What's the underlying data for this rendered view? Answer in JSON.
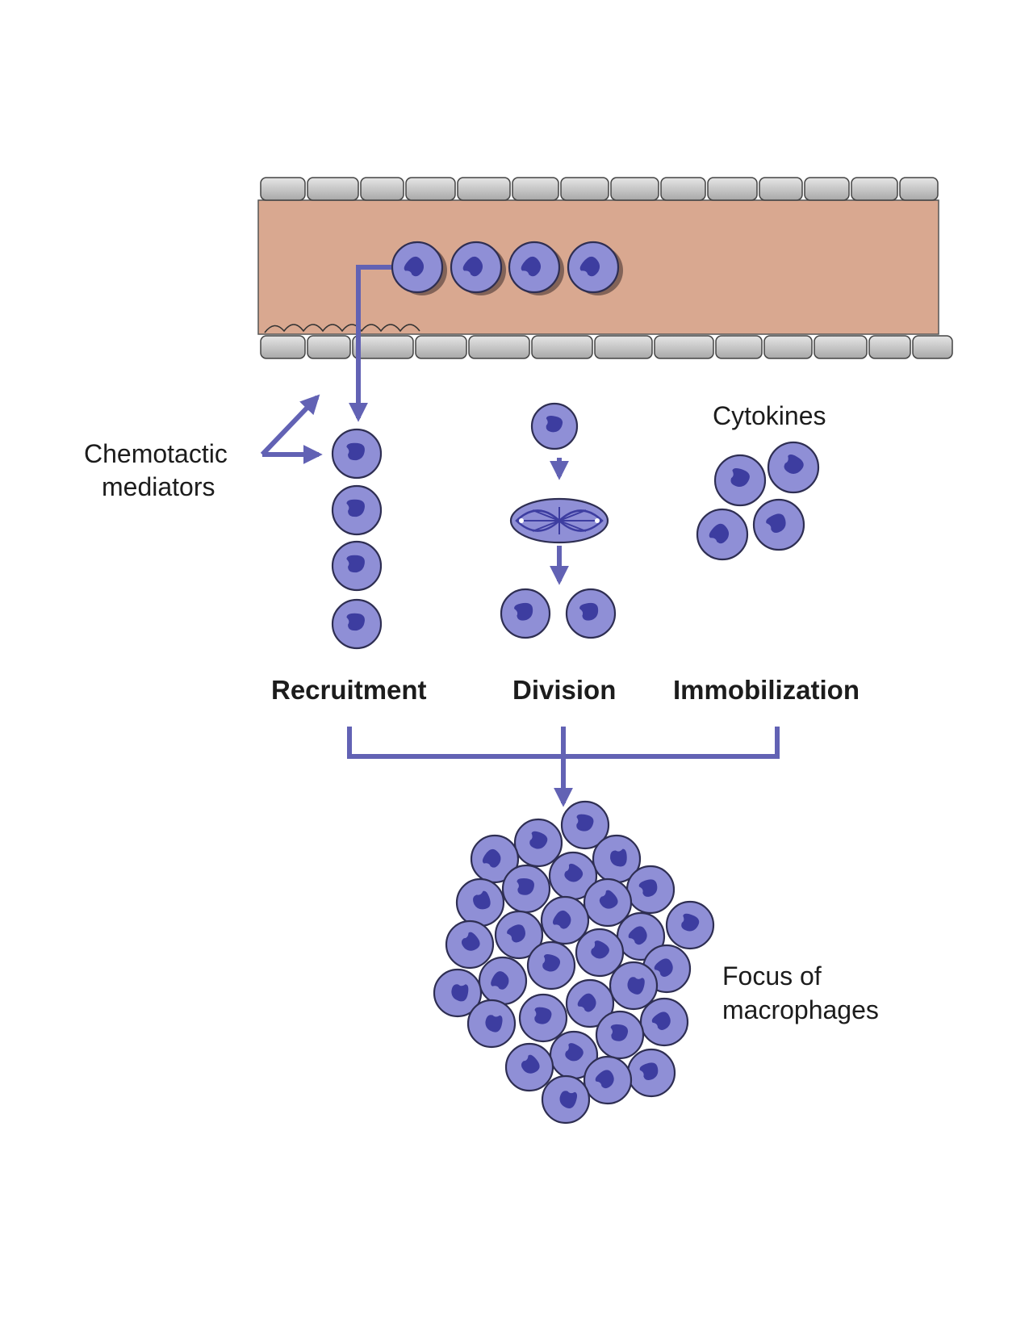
{
  "labels": {
    "chemotactic_line1": "Chemotactic",
    "chemotactic_line2": "mediators",
    "cytokines": "Cytokines",
    "recruitment": "Recruitment",
    "division": "Division",
    "immobilization": "Immobilization",
    "focus_line1": "Focus of",
    "focus_line2": "macrophages"
  },
  "colors": {
    "vessel_lumen": "#d9a890",
    "endothelium": "#c9c9c9",
    "cell": "#8f8fd6",
    "nucleus": "#3d3da0",
    "arrow": "#6262b4"
  }
}
